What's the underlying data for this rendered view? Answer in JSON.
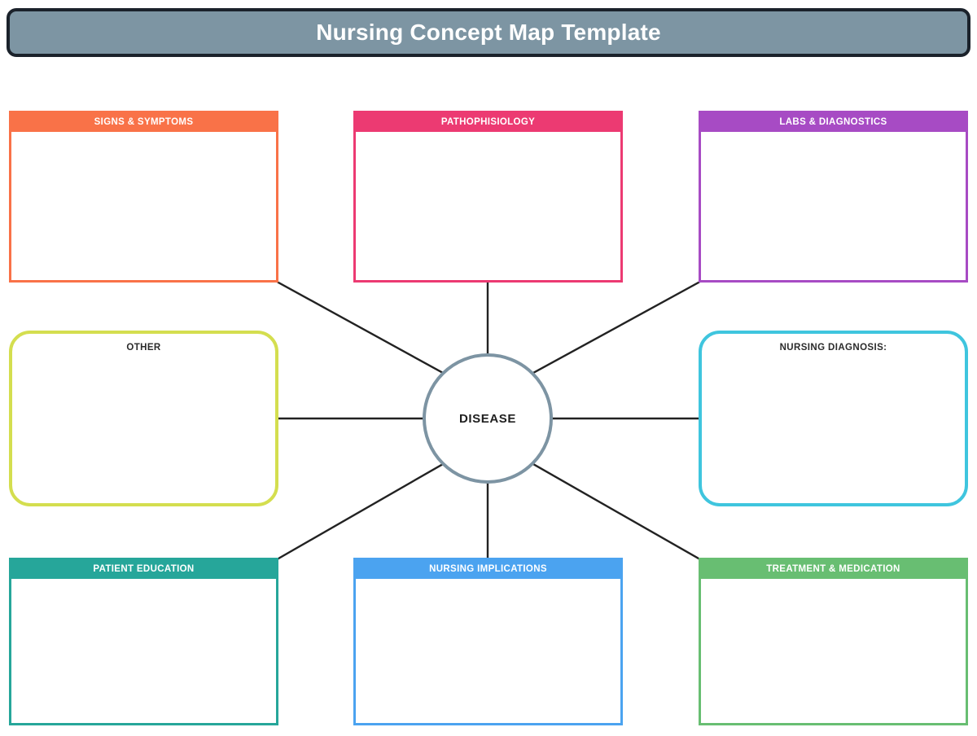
{
  "header": {
    "title": "Nursing Concept Map Template",
    "fill_color": "#7D95A3",
    "border_color": "#1B222B",
    "text_color": "#FFFFFF"
  },
  "center": {
    "label": "DISEASE",
    "border_color": "#7D94A3",
    "fill_color": "#FFFFFF"
  },
  "nodes": [
    {
      "key": "signs-symptoms",
      "label": "SIGNS & SYMPTOMS",
      "style": "banner",
      "color": "#F97248",
      "label_color": "#FFFFFF"
    },
    {
      "key": "pathophisiology",
      "label": "PATHOPHISIOLOGY",
      "style": "banner",
      "color": "#EC3A72",
      "label_color": "#FFFFFF"
    },
    {
      "key": "labs-diagnostics",
      "label": "LABS & DIAGNOSTICS",
      "style": "banner",
      "color": "#A74BC4",
      "label_color": "#FFFFFF"
    },
    {
      "key": "other",
      "label": "OTHER",
      "style": "rounded",
      "color": "#D4DE4F",
      "label_color": "#2B2B2B"
    },
    {
      "key": "nursing-diagnosis",
      "label": "NURSING DIAGNOSIS:",
      "style": "rounded",
      "color": "#3FC5DE",
      "label_color": "#2B2B2B"
    },
    {
      "key": "patient-education",
      "label": "PATIENT EDUCATION",
      "style": "banner",
      "color": "#26A69A",
      "label_color": "#FFFFFF"
    },
    {
      "key": "nursing-implications",
      "label": "NURSING IMPLICATIONS",
      "style": "banner",
      "color": "#4BA3F0",
      "label_color": "#FFFFFF"
    },
    {
      "key": "treatment-medication",
      "label": "TREATMENT & MEDICATION",
      "style": "banner",
      "color": "#68BE72",
      "label_color": "#FFFFFF"
    }
  ],
  "connectors": {
    "line_color": "#222222",
    "count": 8
  },
  "canvas": {
    "background": "#FFFFFF"
  }
}
